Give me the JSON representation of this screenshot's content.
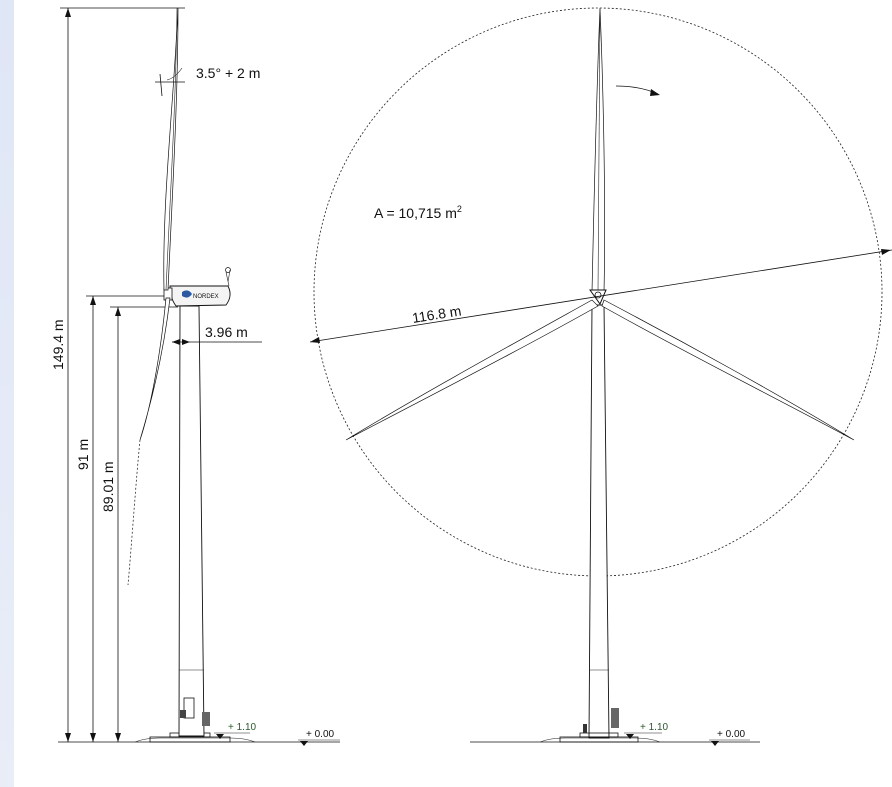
{
  "side_view": {
    "dim_total_height": "149.4 m",
    "dim_hub_height": "91 m",
    "dim_nacelle_height": "89.01 m",
    "dim_tilt": "3.5° + 2 m",
    "dim_tower_top": "3.96 m",
    "level_base": "+ 1.10",
    "level_ground": "+ 0.00",
    "nacelle_logo": "NORDEX"
  },
  "front_view": {
    "rotor_area_prefix": "A = 10,715 m",
    "rotor_area_sup": "2",
    "rotor_diameter": "116.8 m",
    "level_base": "+ 1.10",
    "level_ground": "+ 0.00"
  }
}
